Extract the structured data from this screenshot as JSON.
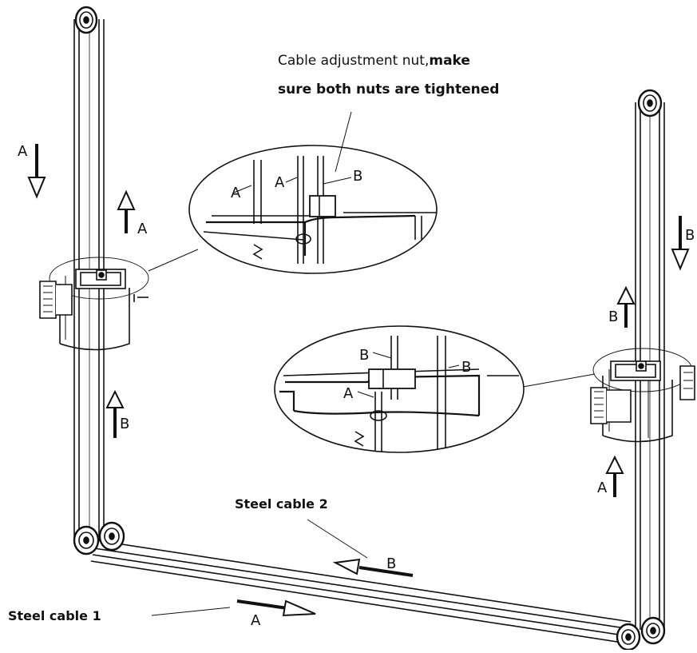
{
  "callouts": {
    "nut_line1_normal": "Cable adjustment nut,",
    "nut_line1_bold": "make",
    "nut_line2": "sure both nuts are tightened",
    "steel_cable_2": "Steel cable 2",
    "steel_cable_1": "Steel cable 1"
  },
  "arrow_labels": {
    "a": "A",
    "b": "B"
  },
  "colors": {
    "line": "#111111",
    "background": "#ffffff"
  }
}
